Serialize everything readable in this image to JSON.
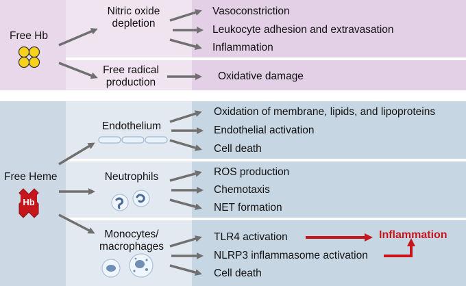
{
  "colors": {
    "hb_outer": "#e8d8ea",
    "hb_mid": "#f0e4f1",
    "hb_inner": "#e3cfe6",
    "heme_outer": "#ccd9e5",
    "heme_mid": "#e2e9f1",
    "heme_inner": "#c7d6e3",
    "arrow": "#707070",
    "accent_red": "#c4161c",
    "hb_icon_yellow": "#f6d21d"
  },
  "hb_section": {
    "source": "Free Hb",
    "mechanisms": [
      {
        "label": "Nitric oxide depletion",
        "lines": [
          "Nitric oxide",
          "depletion"
        ],
        "outcomes": [
          "Vasoconstriction",
          "Leukocyte adhesion and extravasation",
          "Inflammation"
        ]
      },
      {
        "label": "Free radical production",
        "lines": [
          "Free radical",
          "production"
        ],
        "outcomes": [
          "Oxidative damage"
        ]
      }
    ]
  },
  "heme_section": {
    "source": "Free Heme",
    "icon_label": "Hb",
    "targets": [
      {
        "label": "Endothelium",
        "lines": [
          "Endothelium"
        ],
        "outcomes": [
          "Oxidation of membrane, lipids, and lipoproteins",
          "Endothelial activation",
          "Cell death"
        ]
      },
      {
        "label": "Neutrophils",
        "lines": [
          "Neutrophils"
        ],
        "outcomes": [
          "ROS production",
          "Chemotaxis",
          "NET formation"
        ]
      },
      {
        "label": "Monocytes/macrophages",
        "lines": [
          "Monocytes/",
          "macrophages"
        ],
        "outcomes": [
          "TLR4 activation",
          "NLRP3 inflammasome activation",
          "Cell death"
        ]
      }
    ],
    "final_outcome": "Inflammation"
  }
}
